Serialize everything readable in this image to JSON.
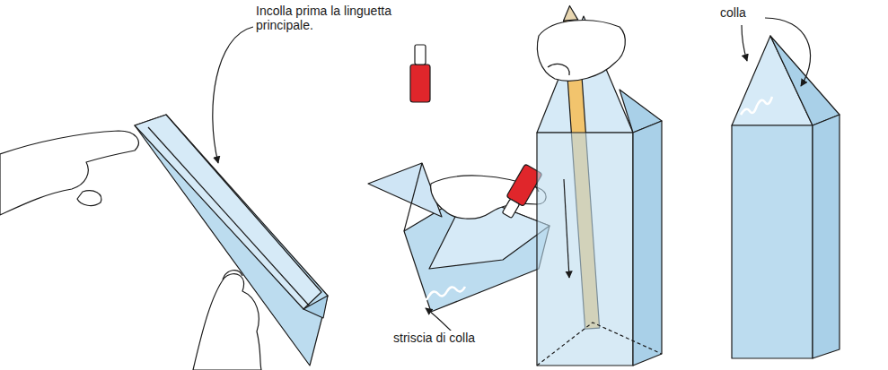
{
  "diagram": {
    "labels": [
      "Incolla prima la linguetta principale.",
      "striscia di colla",
      "colla"
    ]
  }
}
